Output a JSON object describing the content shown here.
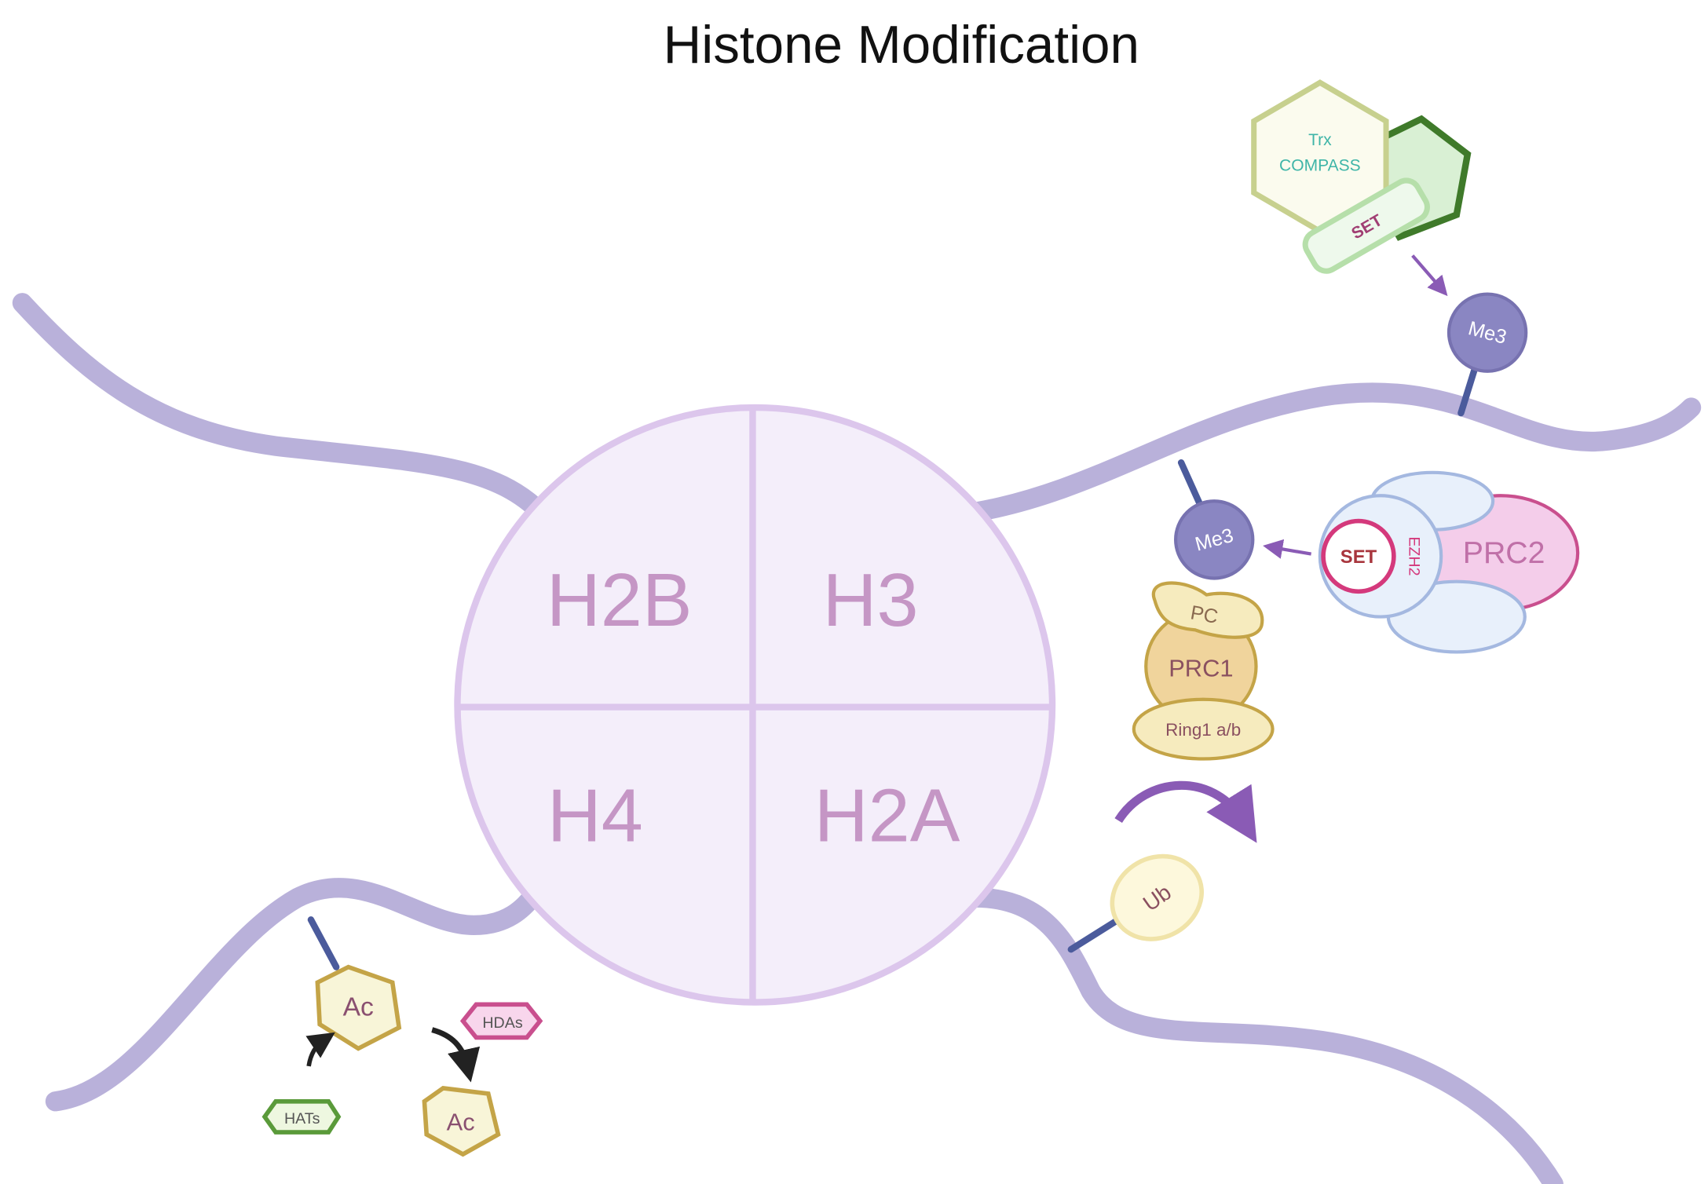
{
  "title": "Histone Modification",
  "histones": {
    "h2b": "H2B",
    "h3": "H3",
    "h4": "H4",
    "h2a": "H2A"
  },
  "labels": {
    "trx": "Trx",
    "compass": "COMPASS",
    "set_top": "SET",
    "me3_top": "Me3",
    "me3_mid": "Me3",
    "set_prc2": "SET",
    "ezh2": "EZH2",
    "prc2": "PRC2",
    "pc": "PC",
    "prc1": "PRC1",
    "ring1": "Ring1 a/b",
    "ub": "Ub",
    "ac1": "Ac",
    "ac2": "Ac",
    "hdas": "HDAs",
    "hats": "HATs"
  },
  "colors": {
    "strand": "#b9b1da",
    "histone_fill": "#f4eefa",
    "histone_stroke": "#dcc6ec",
    "methyl": "#8a86c2",
    "acetyl_stroke": "#c4a447"
  }
}
